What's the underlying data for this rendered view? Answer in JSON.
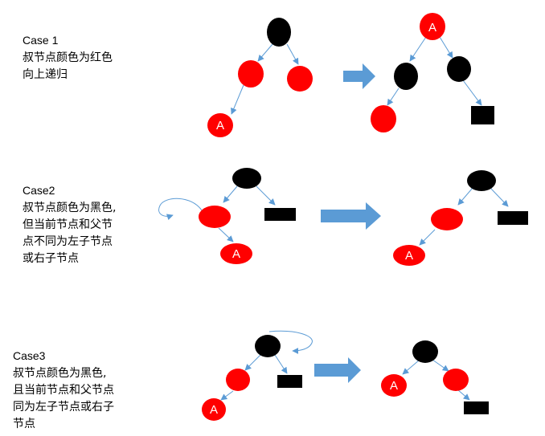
{
  "colors": {
    "red_node": "#ff0000",
    "black_node": "#000000",
    "edge": "#5b9bd5",
    "transform_arrow": "#5b9bd5",
    "label_text": "#ffffff"
  },
  "cases": [
    {
      "title": "Case 1",
      "lines": [
        "叔节点颜色为红色",
        "向上递归"
      ]
    },
    {
      "title": "Case2",
      "lines": [
        "叔节点颜色为黑色,",
        "但当前节点和父节",
        "点不同为左子节点",
        "或右子节点"
      ]
    },
    {
      "title": "Case3",
      "lines": [
        "叔节点颜色为黑色,",
        "且当前节点和父节点",
        "同为左子节点或右子",
        "节点"
      ]
    }
  ],
  "node_label": "A"
}
